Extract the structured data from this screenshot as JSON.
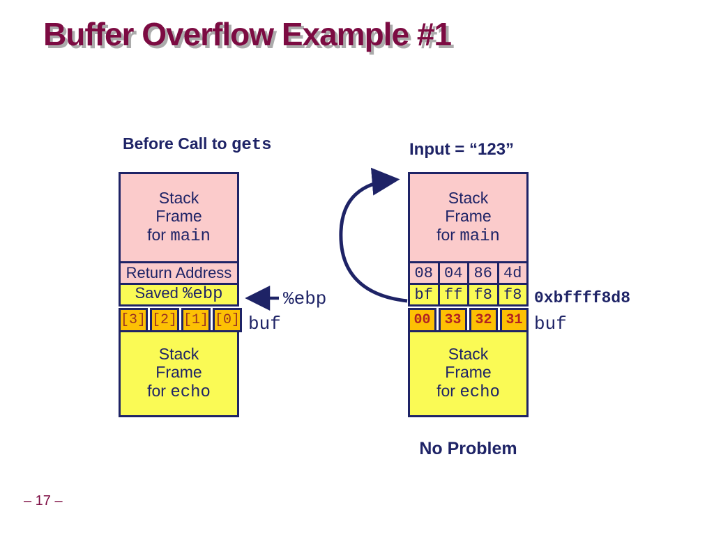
{
  "slide": {
    "title": "Buffer Overflow Example #1",
    "page_number": "– 17 –"
  },
  "colors": {
    "navy": "#1e2366",
    "maroon": "#7c0b42",
    "shadow": "#ababab",
    "pink": "#fbcbcb",
    "yellow": "#fafa55",
    "orange": "#fdc104",
    "cellred-left": "#993322",
    "cellred-right": "#b22222"
  },
  "left": {
    "heading_plain": "Before Call to ",
    "heading_code": "gets",
    "main_frame": {
      "line1": "Stack",
      "line2": "Frame",
      "line3_plain": "for ",
      "line3_code": "main"
    },
    "return_address": "Return Address",
    "saved_plain": "Saved ",
    "saved_code": "%ebp",
    "buf_cells": [
      "[3]",
      "[2]",
      "[1]",
      "[0]"
    ],
    "buf_label": "buf",
    "ebp_label": "%ebp",
    "echo_frame": {
      "line1": "Stack",
      "line2": "Frame",
      "line3_plain": "for ",
      "line3_code": "echo"
    }
  },
  "right": {
    "heading": "Input = “123”",
    "main_frame": {
      "line1": "Stack",
      "line2": "Frame",
      "line3_plain": "for ",
      "line3_code": "main"
    },
    "ret_cells": [
      "08",
      "04",
      "86",
      "4d"
    ],
    "addr_cells": [
      "bf",
      "ff",
      "f8",
      "f8"
    ],
    "addr_label": "0xbffff8d8",
    "buf_cells": [
      "00",
      "33",
      "32",
      "31"
    ],
    "buf_label": "buf",
    "echo_frame": {
      "line1": "Stack",
      "line2": "Frame",
      "line3_plain": "for ",
      "line3_code": "echo"
    },
    "caption": "No Problem"
  }
}
